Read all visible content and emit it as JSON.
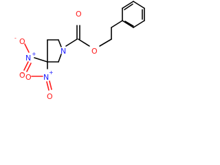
{
  "molecule": {
    "colors": {
      "carbon": "#000000",
      "nitrogen": "#1a1aff",
      "oxygen": "#ff1a1a"
    },
    "atoms": {
      "ring_n": "N",
      "carbonyl_o": "O",
      "ester_o": "O",
      "nitro1_n": "N",
      "nitro1_n_charge": "+",
      "nitro1_o_minus": "O",
      "nitro1_o_minus_charge": "-",
      "nitro1_o": "O",
      "nitro2_n": "N",
      "nitro2_n_charge": "+",
      "nitro2_o_minus": "O",
      "nitro2_o_minus_charge": "-",
      "nitro2_o": "O"
    }
  }
}
